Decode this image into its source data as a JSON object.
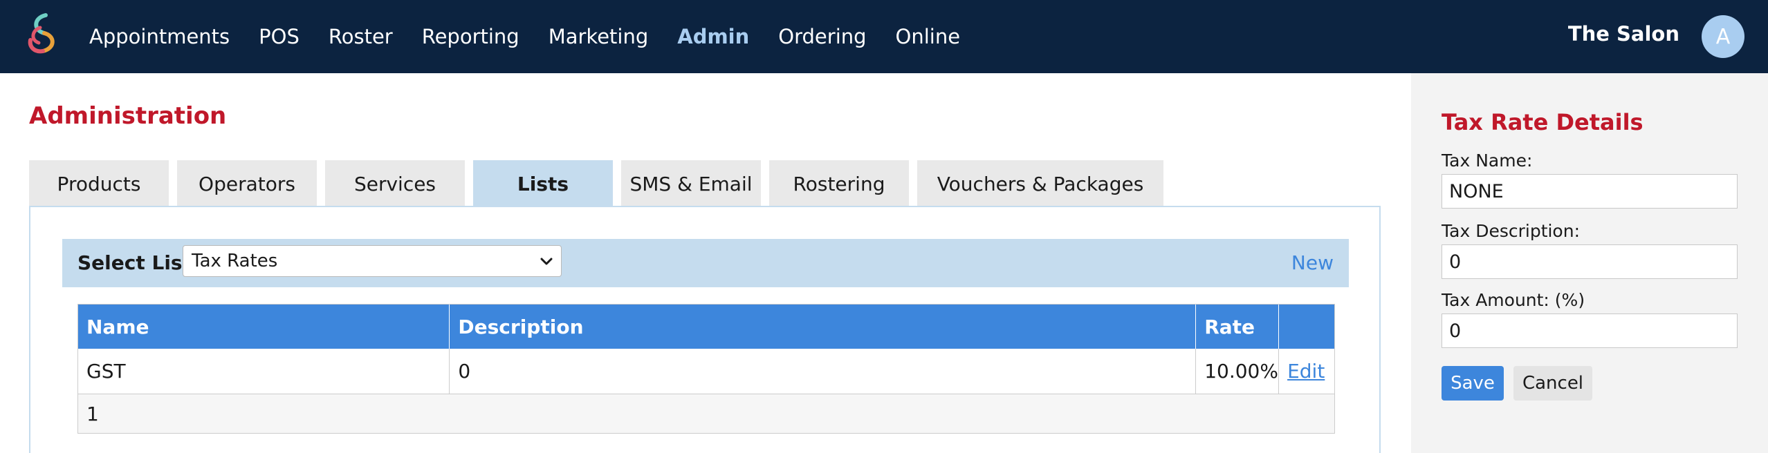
{
  "nav": {
    "items": [
      {
        "label": "Appointments",
        "active": false
      },
      {
        "label": "POS",
        "active": false
      },
      {
        "label": "Roster",
        "active": false
      },
      {
        "label": "Reporting",
        "active": false
      },
      {
        "label": "Marketing",
        "active": false
      },
      {
        "label": "Admin",
        "active": true
      },
      {
        "label": "Ordering",
        "active": false
      },
      {
        "label": "Online",
        "active": false
      }
    ],
    "salon_name": "The Salon",
    "avatar_initial": "A"
  },
  "page": {
    "title": "Administration",
    "tabs": [
      {
        "label": "Products"
      },
      {
        "label": "Operators"
      },
      {
        "label": "Services"
      },
      {
        "label": "Lists"
      },
      {
        "label": "SMS & Email"
      },
      {
        "label": "Rostering"
      },
      {
        "label": "Vouchers & Packages"
      }
    ],
    "active_tab": "Lists"
  },
  "list_selector": {
    "label": "Select List:",
    "selected": "Tax Rates",
    "new_label": "New"
  },
  "table": {
    "columns": [
      "Name",
      "Description",
      "Rate",
      ""
    ],
    "rows": [
      {
        "name": "GST",
        "description": "0",
        "rate": "10.00%",
        "action": "Edit"
      }
    ],
    "footer": "1"
  },
  "details": {
    "title": "Tax Rate Details",
    "tax_name_label": "Tax Name:",
    "tax_name_value": "NONE",
    "tax_description_label": "Tax Description:",
    "tax_description_value": "0",
    "tax_amount_label": "Tax Amount: (%)",
    "tax_amount_value": "0",
    "save_label": "Save",
    "cancel_label": "Cancel"
  },
  "colors": {
    "nav_bg": "#0c2340",
    "accent_red": "#c0182a",
    "accent_blue": "#3d86dc",
    "light_blue": "#c5dcee"
  }
}
